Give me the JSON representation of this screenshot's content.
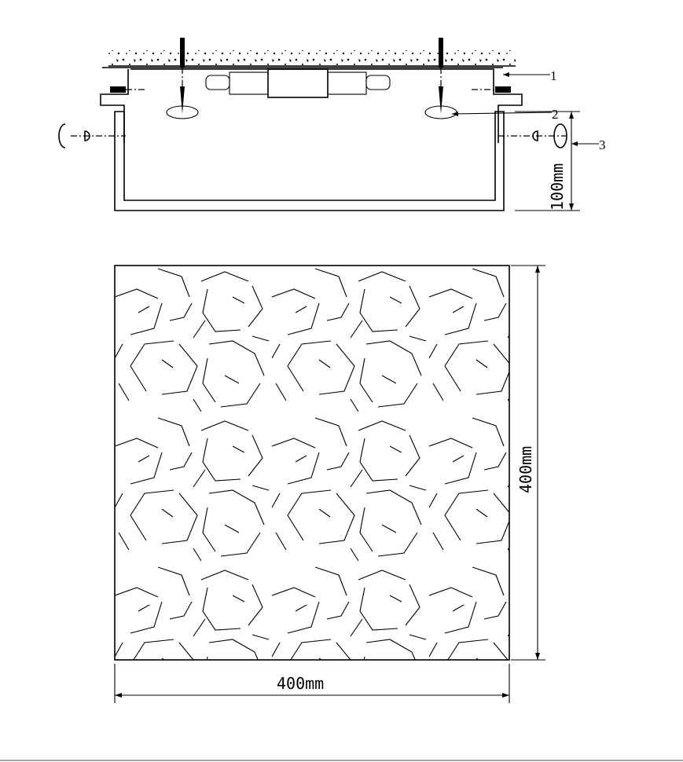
{
  "side_view": {
    "callouts": [
      "1",
      "2",
      "3"
    ],
    "height_dimension": "100mm"
  },
  "front_view": {
    "height_dimension": "400mm",
    "width_dimension": "400mm"
  }
}
